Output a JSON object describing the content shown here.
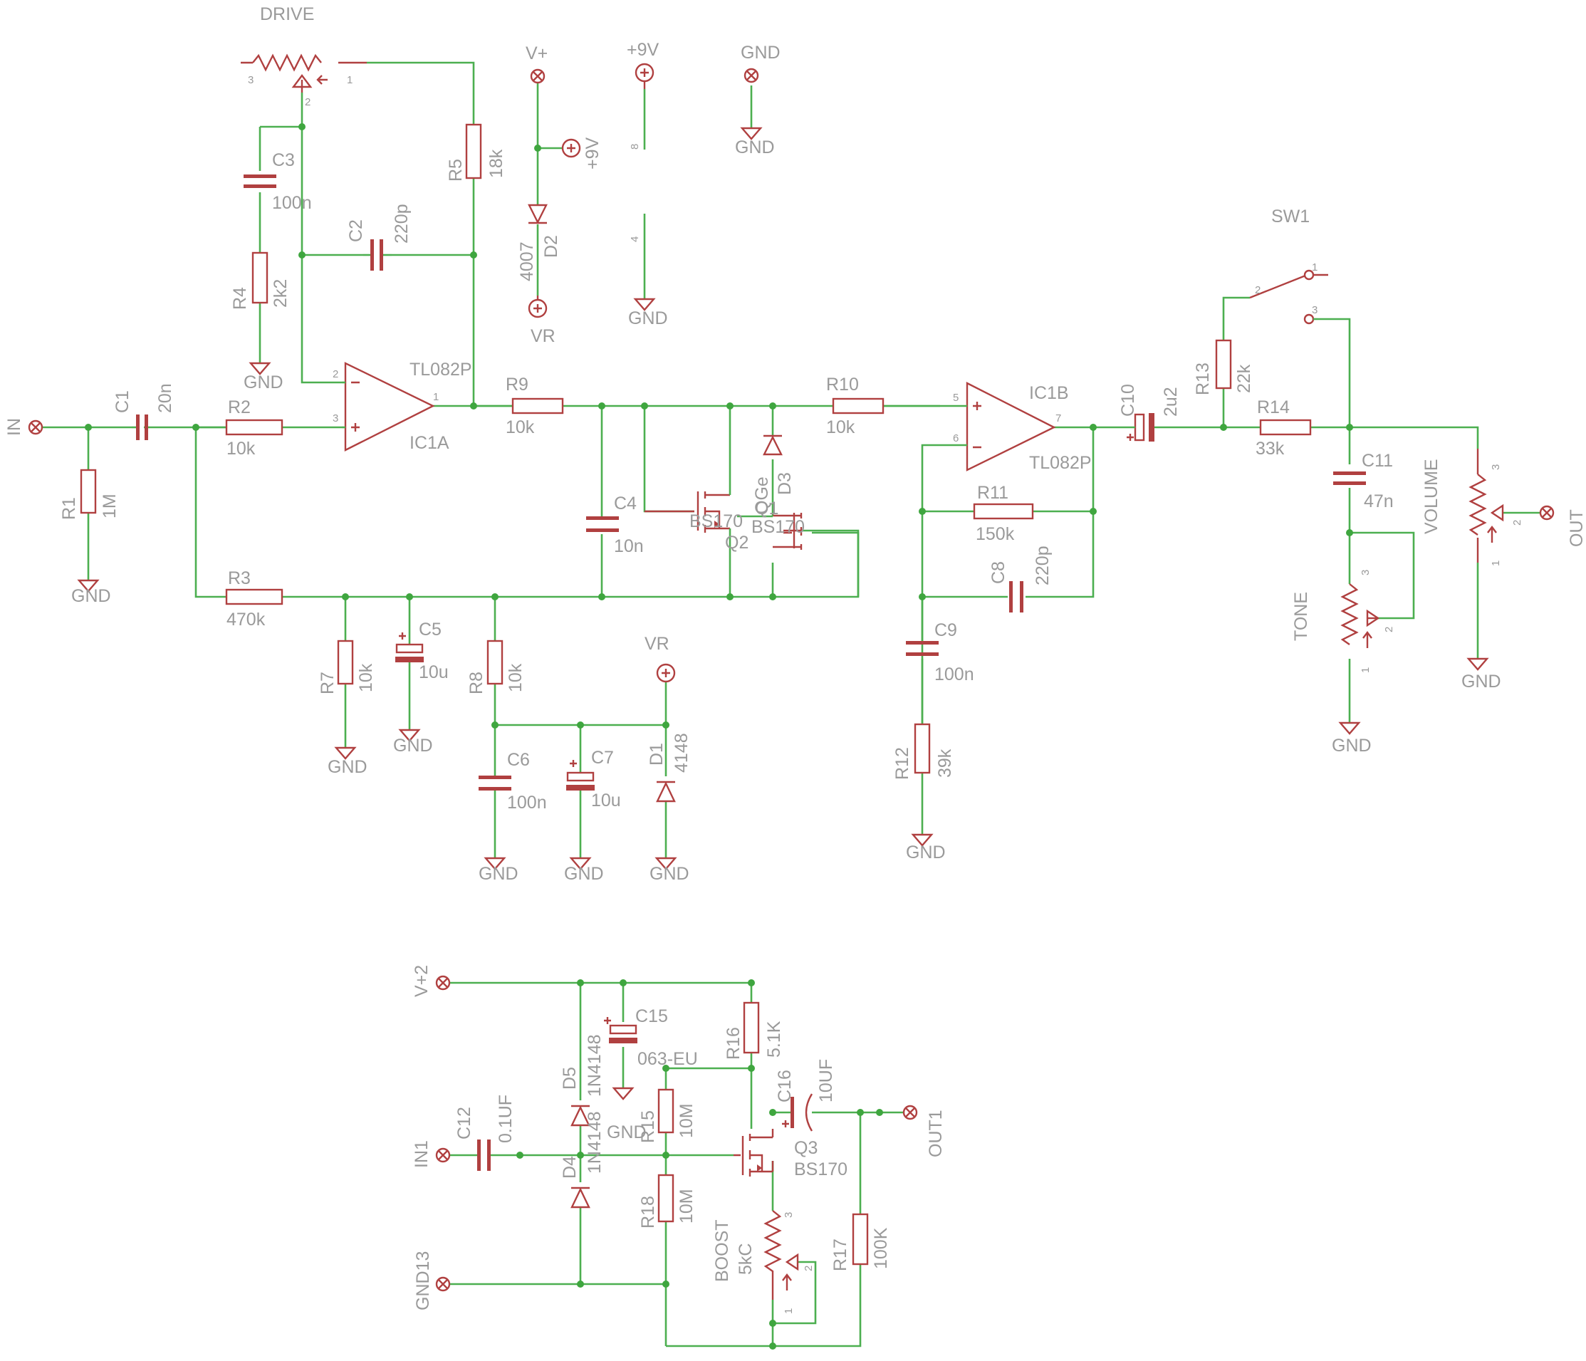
{
  "labels": {
    "in": "IN",
    "out": "OUT",
    "drive": "DRIVE",
    "tone": "TONE",
    "volume": "VOLUME",
    "sw1": "SW1",
    "r1": "R1",
    "r1v": "1M",
    "r2": "R2",
    "r2v": "10k",
    "r3": "R3",
    "r3v": "470k",
    "r4": "R4",
    "r4v": "2k2",
    "r5": "R5",
    "r5v": "18k",
    "r7": "R7",
    "r7v": "10k",
    "r8": "R8",
    "r8v": "10k",
    "r9": "R9",
    "r9v": "10k",
    "r10": "R10",
    "r10v": "10k",
    "r11": "R11",
    "r11v": "150k",
    "r12": "R12",
    "r12v": "39k",
    "r13": "R13",
    "r13v": "22k",
    "r14": "R14",
    "r14v": "33k",
    "c1": "C1",
    "c1v": "20n",
    "c2": "C2",
    "c2v": "220p",
    "c3": "C3",
    "c3v": "100n",
    "c4": "C4",
    "c4v": "10n",
    "c5": "C5",
    "c5v": "10u",
    "c6": "C6",
    "c6v": "100n",
    "c7": "C7",
    "c7v": "10u",
    "c8": "C8",
    "c8v": "220p",
    "c9": "C9",
    "c9v": "100n",
    "c10": "C10",
    "c10v": "2u2",
    "c11": "C11",
    "c11v": "47n",
    "ic1a": "IC1A",
    "ic1b": "IC1B",
    "tl082a": "TL082P",
    "tl082b": "TL082P",
    "d1": "D1",
    "d1v": "4148",
    "d2": "D2",
    "d2v": "4007",
    "d3": "D3",
    "q1": "QGe",
    "q1b": "Q1",
    "q2": "Q2",
    "bs170a": "BS170",
    "bs170b": "BS170",
    "vplus": "V+",
    "plus9": "+9V",
    "plus9b": "+9V",
    "vr": "VR",
    "vr2": "VR",
    "p8": "8",
    "p4": "4",
    "gnd": "GND",
    "vplus2": "V+2",
    "in1": "IN1",
    "gnd13": "GND13",
    "out1": "OUT1",
    "c12": "C12",
    "c12v": "0.1UF",
    "c15": "C15",
    "c15v": "063-EU",
    "c16": "C16",
    "c16v": "10UF",
    "d4": "D4",
    "d4v": "1N4148",
    "d5": "D5",
    "d5v": "1N4148",
    "r15": "R15",
    "r15v": "10M",
    "r16": "R16",
    "r16v": "5.1K",
    "r17": "R17",
    "r17v": "100K",
    "r18": "R18",
    "r18v": "10M",
    "q3": "Q3",
    "q3v": "BS170",
    "boost": "BOOST",
    "boostv": "5kC",
    "pin1": "1",
    "pin2": "2",
    "pin3": "3",
    "pin5": "5",
    "pin6": "6",
    "pin7": "7"
  }
}
